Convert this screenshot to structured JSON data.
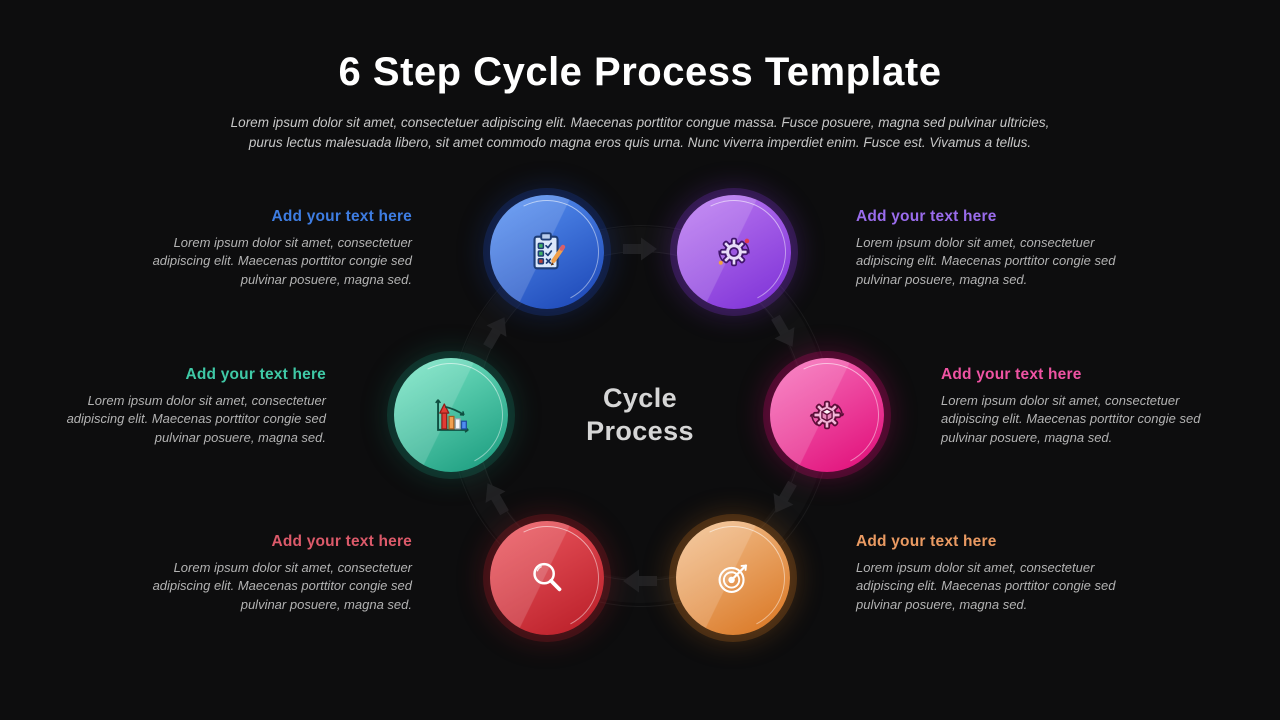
{
  "slide": {
    "title": "6 Step Cycle Process Template",
    "subtitle": "Lorem ipsum dolor sit amet, consectetuer adipiscing elit. Maecenas porttitor congue massa. Fusce posuere, magna sed pulvinar ultricies, purus lectus malesuada libero, sit amet commodo magna eros quis urna. Nunc viverra imperdiet enim. Fusce est. Vivamus a tellus.",
    "center_label": "Cycle Process",
    "background_color": "#0d0d0e",
    "title_color": "#ffffff",
    "subtitle_color": "#c7c7c7",
    "body_text_color": "#b3b3b3"
  },
  "steps": [
    {
      "position": "top-left",
      "heading": "Add your text here",
      "body": "Lorem ipsum dolor sit amet, consectetuer adipiscing elit. Maecenas porttitor congie sed pulvinar posuere, magna sed.",
      "accent": "#3e7de2",
      "icon": "checklist-icon",
      "c1": "#5a95f5",
      "c2": "#1a44b4",
      "halo": "rgba(28,60,150,0.30)"
    },
    {
      "position": "top-right",
      "heading": "Add your text here",
      "body": "Lorem ipsum dolor sit amet, consectetuer adipiscing elit. Maecenas porttitor congie sed pulvinar posuere, magna sed.",
      "accent": "#9a6cec",
      "icon": "gear-orbit-icon",
      "c1": "#bd7cf2",
      "c2": "#7c2fd6",
      "halo": "rgba(110,45,180,0.30)"
    },
    {
      "position": "middle-left",
      "heading": "Add your text here",
      "body": "Lorem ipsum dolor sit amet, consectetuer adipiscing elit. Maecenas porttitor congie sed pulvinar posuere, magna sed.",
      "accent": "#3fc9a6",
      "icon": "bar-chart-icon",
      "c1": "#7ce8c8",
      "c2": "#17997c",
      "halo": "rgba(20,110,90,0.30)"
    },
    {
      "position": "middle-right",
      "heading": "Add your text here",
      "body": "Lorem ipsum dolor sit amet, consectetuer adipiscing elit. Maecenas porttitor congie sed pulvinar posuere, magna sed.",
      "accent": "#ef53a3",
      "icon": "gear-cube-icon",
      "c1": "#f773bd",
      "c2": "#e00b77",
      "halo": "rgba(175,10,95,0.30)"
    },
    {
      "position": "bottom-left",
      "heading": "Add your text here",
      "body": "Lorem ipsum dolor sit amet, consectetuer adipiscing elit. Maecenas porttitor congie sed pulvinar posuere, magna sed.",
      "accent": "#dc5a6a",
      "icon": "magnifier-icon",
      "c1": "#ee5a62",
      "c2": "#b81c26",
      "halo": "rgba(145,25,35,0.30)"
    },
    {
      "position": "bottom-right",
      "heading": "Add your text here",
      "body": "Lorem ipsum dolor sit amet, consectetuer adipiscing elit. Maecenas porttitor congie sed pulvinar posuere, magna sed.",
      "accent": "#ea9a62",
      "icon": "target-icon",
      "c1": "#f3c393",
      "c2": "#d9741f",
      "halo": "rgba(165,95,30,0.30)"
    }
  ]
}
